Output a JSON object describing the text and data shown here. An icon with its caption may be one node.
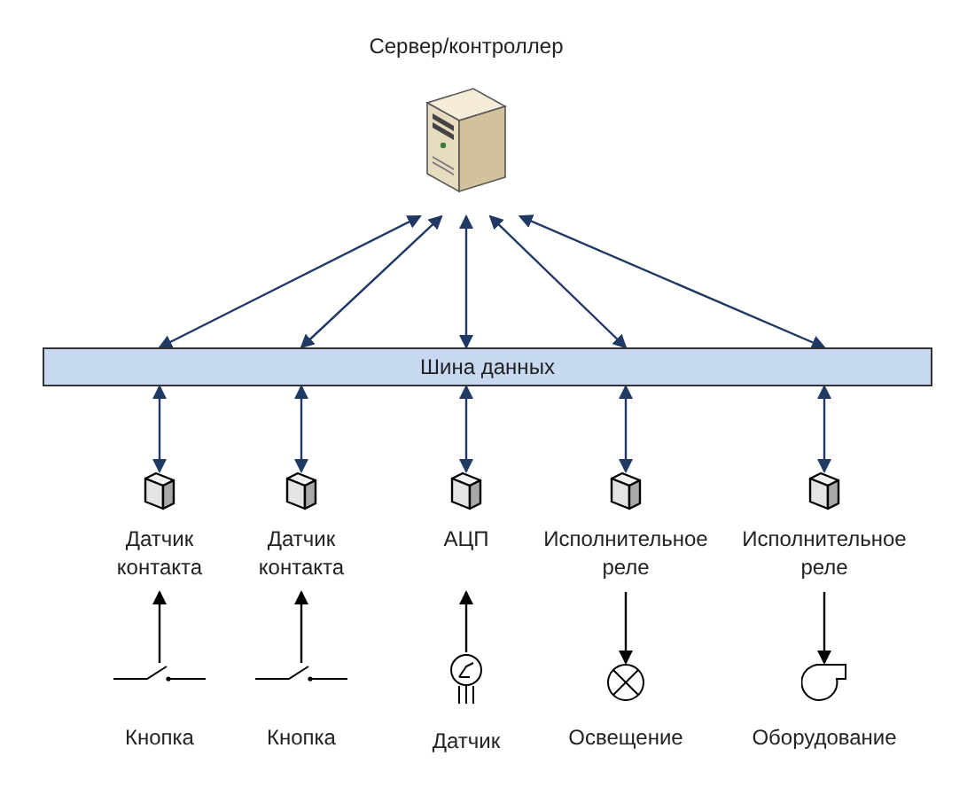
{
  "diagram": {
    "nodes": [
      {
        "text": [
          "Сервер/контроллер"
        ]
      },
      {
        "text": [
          "Шина данных"
        ]
      },
      {
        "text": [
          "Датчик контакта"
        ]
      },
      {
        "text": [
          "Датчик контакта"
        ]
      },
      {
        "text": [
          "АЦП"
        ]
      },
      {
        "text": [
          "Исполнительное реле"
        ]
      },
      {
        "text": [
          "Исполнительное реле"
        ]
      },
      {
        "text": [
          "Кнопка"
        ]
      },
      {
        "text": [
          "Кнопка"
        ]
      },
      {
        "text": [
          "Датчик"
        ]
      },
      {
        "text": [
          "Освещение"
        ]
      },
      {
        "text": [
          "Оборудование"
        ]
      }
    ],
    "edges": [
      {
        "from": 1,
        "to": 0,
        "arrow": "both"
      },
      {
        "from": 1,
        "to": 0,
        "arrow": "both"
      },
      {
        "from": 1,
        "to": 0,
        "arrow": "both"
      },
      {
        "from": 1,
        "to": 0,
        "arrow": "both"
      },
      {
        "from": 1,
        "to": 0,
        "arrow": "both"
      },
      {
        "from": 1,
        "to": 2,
        "arrow": "both"
      },
      {
        "from": 1,
        "to": 3,
        "arrow": "both"
      },
      {
        "from": 1,
        "to": 4,
        "arrow": "both"
      },
      {
        "from": 1,
        "to": 5,
        "arrow": "both"
      },
      {
        "from": 1,
        "to": 6,
        "arrow": "both"
      },
      {
        "from": 7,
        "to": 2,
        "arrow": "to",
        "color": "#000000"
      },
      {
        "from": 8,
        "to": 3,
        "arrow": "to",
        "color": "#000000"
      },
      {
        "from": 9,
        "to": 4,
        "arrow": "to",
        "color": "#000000"
      },
      {
        "from": 5,
        "to": 10,
        "arrow": "to",
        "color": "#000000"
      },
      {
        "from": 6,
        "to": 11,
        "arrow": "to",
        "color": "#000000"
      }
    ]
  }
}
